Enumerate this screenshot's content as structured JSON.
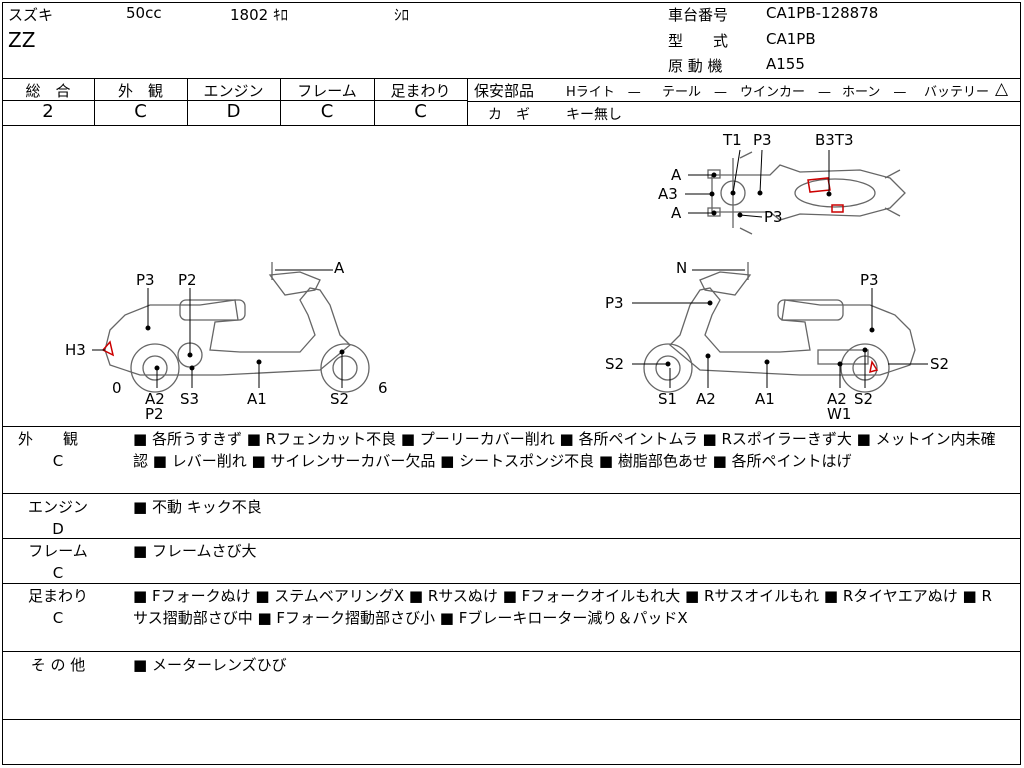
{
  "header": {
    "maker": "スズキ",
    "displacement": "50cc",
    "mileage": "1802 ｷﾛ",
    "color": "ｼﾛ",
    "model": "ZZ",
    "frame_no_label": "車台番号",
    "frame_no": "CA1PB-128878",
    "type_label": "型　　式",
    "type": "CA1PB",
    "engine_label": "原 動 機",
    "engine": "A155"
  },
  "grades": {
    "overall_label": "総　合",
    "overall": "2",
    "exterior_label": "外　観",
    "exterior": "C",
    "engine_label": "エンジン",
    "engine": "D",
    "frame_label": "フレーム",
    "frame": "C",
    "suspension_label": "足まわり",
    "suspension": "C"
  },
  "safety": {
    "label": "保安部品",
    "headlight": "Hライト　—",
    "taillight": "テール　—",
    "winker": "ウインカー　—",
    "horn": "ホーン　—",
    "battery": "バッテリー",
    "battery_mark": "△",
    "key_label": "カ　ギ",
    "key_value": "キー無し"
  },
  "diagram": {
    "top": {
      "T1": "T1",
      "P3a": "P3",
      "B3T3": "B3T3",
      "A1": "A",
      "A3": "A3",
      "A2": "A",
      "P3b": "P3"
    },
    "left": {
      "P3": "P3",
      "P2": "P2",
      "A": "A",
      "H3": "H3",
      "zero": "0",
      "A2": "A2",
      "S3": "S3",
      "A1": "A1",
      "S2": "S2",
      "six": "6",
      "P2b": "P2"
    },
    "right": {
      "N": "N",
      "P3a": "P3",
      "P3b": "P3",
      "S2a": "S2",
      "S1": "S1",
      "A2": "A2",
      "A1": "A1",
      "A2b": "A2",
      "S2b": "S2",
      "S2c": "S2",
      "W1": "W1"
    },
    "damage_color": "#cc0000"
  },
  "sections": {
    "exterior_label": "外　　観",
    "exterior_grade": "C",
    "exterior_notes": "■ 各所うすきず ■ Rフェンカット不良 ■ プーリーカバー削れ ■ 各所ペイントムラ ■ Rスポイラーきず大 ■ メットイン内未確認 ■ レバー削れ ■ サイレンサーカバー欠品 ■ シートスポンジ不良 ■ 樹脂部色あせ ■ 各所ペイントはげ",
    "engine_label": "エンジン",
    "engine_grade": "D",
    "engine_notes": "■ 不動 キック不良",
    "frame_label": "フレーム",
    "frame_grade": "C",
    "frame_notes": "■ フレームさび大",
    "susp_label": "足まわり",
    "susp_grade": "C",
    "susp_notes": "■ Fフォークぬけ ■ ステムベアリングX ■ Rサスぬけ ■ Fフォークオイルもれ大 ■ Rサスオイルもれ ■ Rタイヤエアぬけ ■ Rサス摺動部さび中 ■ Fフォーク摺動部さび小 ■ Fブレーキローター減り＆パッドX",
    "other_label": "そ の 他",
    "other_notes": "■ メーターレンズひび"
  }
}
